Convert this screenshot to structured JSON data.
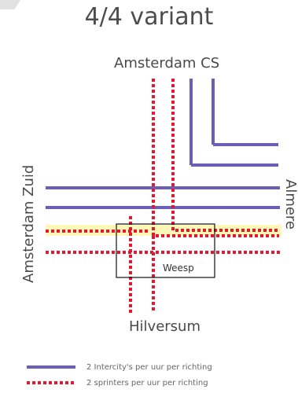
{
  "title": "4/4 variant",
  "labels": {
    "top": "Amsterdam CS",
    "bottom": "Hilversum",
    "left": "Amsterdam Zuid",
    "right": "Almere",
    "station": "Weesp"
  },
  "legend": [
    {
      "text": "2 Intercity's per uur per richting",
      "style": "solid"
    },
    {
      "text": "2 sprinters per uur per richting",
      "style": "dotted"
    }
  ],
  "colors": {
    "intercity": "#6b5eb6",
    "sprinter": "#e8152f",
    "highlight": "#fff7b8",
    "box": "#111111"
  }
}
